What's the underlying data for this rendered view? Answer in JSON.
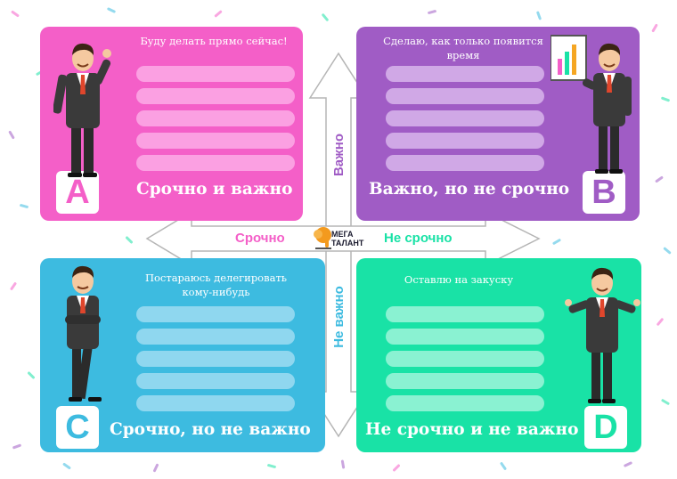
{
  "colors": {
    "a": "#f45fc8",
    "b": "#a05cc5",
    "c": "#3dbbe0",
    "d": "#19e2a6",
    "a_line": "#fba0e2",
    "b_line": "#d0a8e6",
    "c_line": "#8fd7ef",
    "d_line": "#8af2d2",
    "arrow_stroke": "#b5b5b5"
  },
  "quadrants": {
    "a": {
      "subtitle": "Буду делать прямо сейчас!",
      "caption": "Срочно и важно",
      "letter": "A"
    },
    "b": {
      "subtitle": "Сделаю, как только появится время",
      "caption": "Важно, но не срочно",
      "letter": "B"
    },
    "c": {
      "subtitle": "Постараюсь делегировать кому-нибудь",
      "caption": "Срочно, но не важно",
      "letter": "C"
    },
    "d": {
      "subtitle": "Оставлю на закуску",
      "caption": "Не срочно и не важно",
      "letter": "D"
    }
  },
  "axes": {
    "up": "Важно",
    "down": "Не важно",
    "left": "Срочно",
    "right": "Не срочно"
  },
  "logo": {
    "line1": "МЕГА",
    "line2": "ТАЛАНТ",
    "icon": "elephant-icon"
  }
}
